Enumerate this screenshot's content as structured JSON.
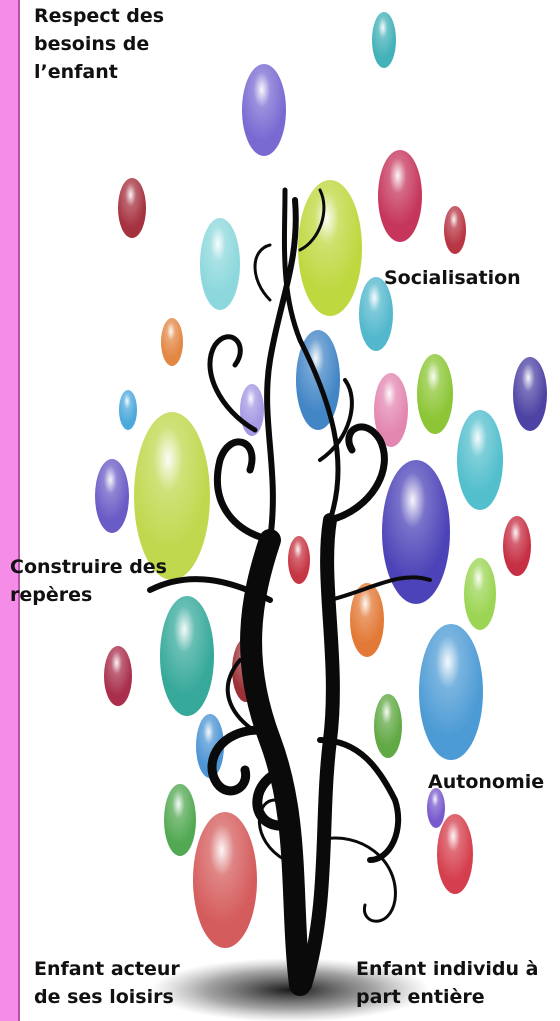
{
  "labels": {
    "respect": "Respect des\nbesoins de\nl’enfant",
    "socialisation": "Socialisation",
    "construire": "Construire des\nrepères",
    "autonomie": "Autonomie",
    "acteur": "Enfant acteur\nde ses loisirs",
    "individu": "Enfant individu à\npart entière"
  },
  "colors": {
    "sidebar": "#f48ce8",
    "tree": "#0a0a0a"
  },
  "bubbles": [
    {
      "name": "bubble-teal-top",
      "color": "#2fa8b0"
    },
    {
      "name": "bubble-violet-top",
      "color": "#6a5acd"
    },
    {
      "name": "bubble-darkred-left",
      "color": "#9b1c2a"
    },
    {
      "name": "bubble-lightblue-left",
      "color": "#7fd4d8"
    },
    {
      "name": "bubble-yellowgreen-center",
      "color": "#b7d42a"
    },
    {
      "name": "bubble-crimson-right",
      "color": "#c0204a"
    },
    {
      "name": "bubble-red-small-right",
      "color": "#b02030"
    },
    {
      "name": "bubble-orange-left",
      "color": "#e07a30"
    },
    {
      "name": "bubble-cyan-right",
      "color": "#40b0c8"
    },
    {
      "name": "bubble-blue-center",
      "color": "#2f79c0"
    },
    {
      "name": "bubble-pink-right",
      "color": "#e07aa8"
    },
    {
      "name": "bubble-lime-right",
      "color": "#80c020"
    },
    {
      "name": "bubble-indigo-far-right",
      "color": "#3a2f9a"
    },
    {
      "name": "bubble-blue-small-left",
      "color": "#3aa0d8"
    },
    {
      "name": "bubble-lightgreen-big-left",
      "color": "#b8d43a"
    },
    {
      "name": "bubble-purple-left",
      "color": "#5a4ac0"
    },
    {
      "name": "bubble-lavender-center",
      "color": "#9a8ee0"
    },
    {
      "name": "bubble-deepblue-right",
      "color": "#3a2fb0"
    },
    {
      "name": "bubble-aqua-right",
      "color": "#40b8c8"
    },
    {
      "name": "bubble-red-center",
      "color": "#c02030"
    },
    {
      "name": "bubble-red-far-right",
      "color": "#c01830"
    },
    {
      "name": "bubble-orange-center",
      "color": "#e06a20"
    },
    {
      "name": "bubble-lightgreen-right",
      "color": "#90d040"
    },
    {
      "name": "bubble-teal-left-mid",
      "color": "#20a090"
    },
    {
      "name": "bubble-maroon-left",
      "color": "#a01838"
    },
    {
      "name": "bubble-darkred-center",
      "color": "#901a20"
    },
    {
      "name": "bubble-skyblue-big-right",
      "color": "#3a90d0"
    },
    {
      "name": "bubble-blue-low-left",
      "color": "#3a8ad0"
    },
    {
      "name": "bubble-green-low-center",
      "color": "#50a030"
    },
    {
      "name": "bubble-green-low-left",
      "color": "#40a040"
    },
    {
      "name": "bubble-violet-small-right",
      "color": "#6a48c8"
    },
    {
      "name": "bubble-rose-big-bottom",
      "color": "#d04a4a"
    },
    {
      "name": "bubble-red-bottom-right",
      "color": "#d02a3a"
    }
  ]
}
